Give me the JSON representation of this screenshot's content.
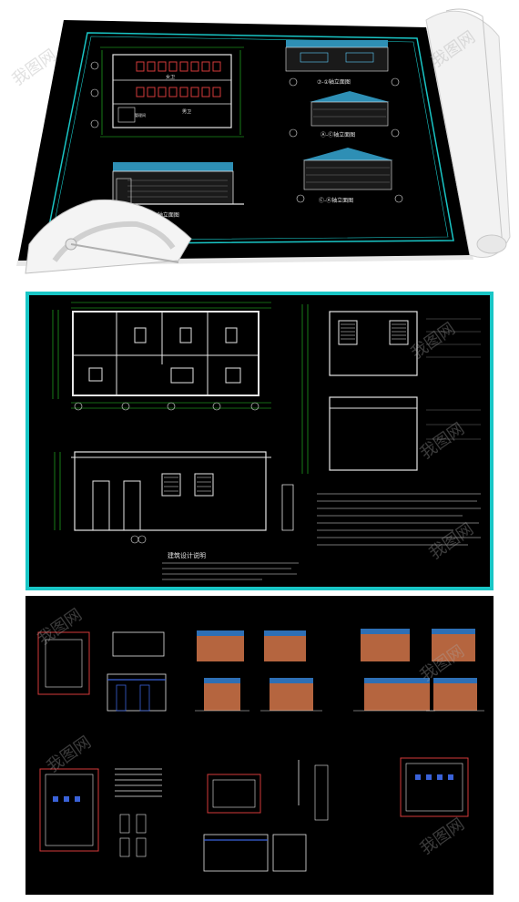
{
  "top_sheet": {
    "elevation_1_title": "①-⑦轴立面图",
    "elevation_2_title": "⑦-①轴立面图",
    "elevation_3_title": "Ⓐ-Ⓒ轴立面图",
    "elevation_4_title": "Ⓒ-Ⓐ轴立面图",
    "plan_room_1": "女卫",
    "plan_room_2": "男卫",
    "plan_room_3": "管理间"
  },
  "middle_sheet": {
    "notes_title": "建筑设计说明"
  },
  "watermark": "我图网",
  "colors": {
    "cad_background": "#000000",
    "cyan_frame": "#19c6c6",
    "line_white": "#e6e6e6",
    "line_green": "#2bd12b",
    "line_red": "#d43a3a",
    "brick": "#b5653f",
    "blue": "#3a62d9"
  }
}
